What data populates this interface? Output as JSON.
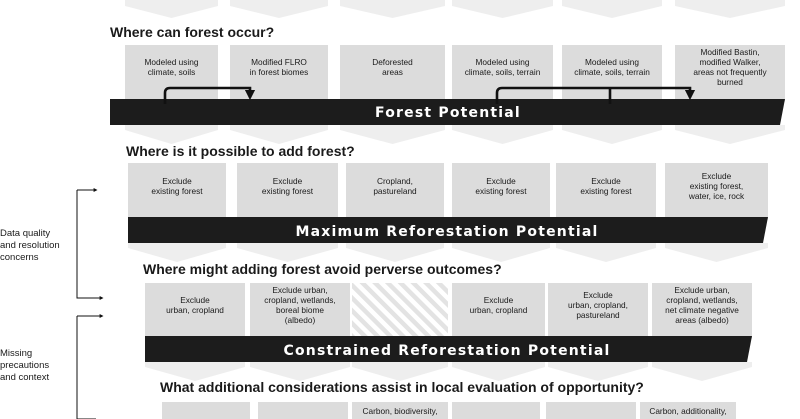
{
  "rows": [
    {
      "question": "Where can forest occur?",
      "bar_title": "Forest Potential",
      "cells": [
        [
          "Modeled using",
          "climate, soils"
        ],
        [
          "Modified FLRO",
          "in forest biomes"
        ],
        [
          "Deforested",
          "areas"
        ],
        [
          "Modeled using",
          "climate, soils, terrain"
        ],
        [
          "Modeled using",
          "climate, soils, terrain"
        ],
        [
          "Modified Bastin,",
          "modified Walker,",
          "areas not frequently",
          "burned"
        ]
      ]
    },
    {
      "question": "Where is it possible to add forest?",
      "bar_title": "Maximum Reforestation Potential",
      "cells": [
        [
          "Exclude",
          "existing forest"
        ],
        [
          "Exclude",
          "existing forest"
        ],
        [
          "Cropland,",
          "pastureland"
        ],
        [
          "Exclude",
          "existing forest"
        ],
        [
          "Exclude",
          "existing forest"
        ],
        [
          "Exclude",
          "existing forest,",
          "water, ice, rock"
        ]
      ]
    },
    {
      "question": "Where might adding forest avoid perverse outcomes?",
      "bar_title": "Constrained Reforestation Potential",
      "cells": [
        [
          "Exclude",
          "urban, cropland"
        ],
        [
          "Exclude urban,",
          "cropland, wetlands,",
          "boreal biome",
          "(albedo)"
        ],
        [],
        [
          "Exclude",
          "urban, cropland"
        ],
        [
          "Exclude",
          "urban, cropland,",
          "pastureland"
        ],
        [
          "Exclude urban,",
          "cropland, wetlands,",
          "net climate negative",
          "areas (albedo)"
        ]
      ]
    },
    {
      "question": "What additional considerations assist in local evaluation of opportunity?",
      "bar_title": "",
      "cells": [
        [],
        [],
        [
          "Carbon, biodiversity,"
        ],
        [],
        [],
        [
          "Carbon, additionality,"
        ]
      ]
    }
  ],
  "side_labels": {
    "data_quality": [
      "Data quality",
      "and resolution",
      "concerns"
    ],
    "missing": [
      "Missing",
      "precautions",
      "and context"
    ]
  },
  "colors": {
    "cell_fill": "#dcdcdc",
    "bar": "#1c1c1c",
    "ghost": "#eeeeee",
    "text": "#1a1a1a"
  }
}
